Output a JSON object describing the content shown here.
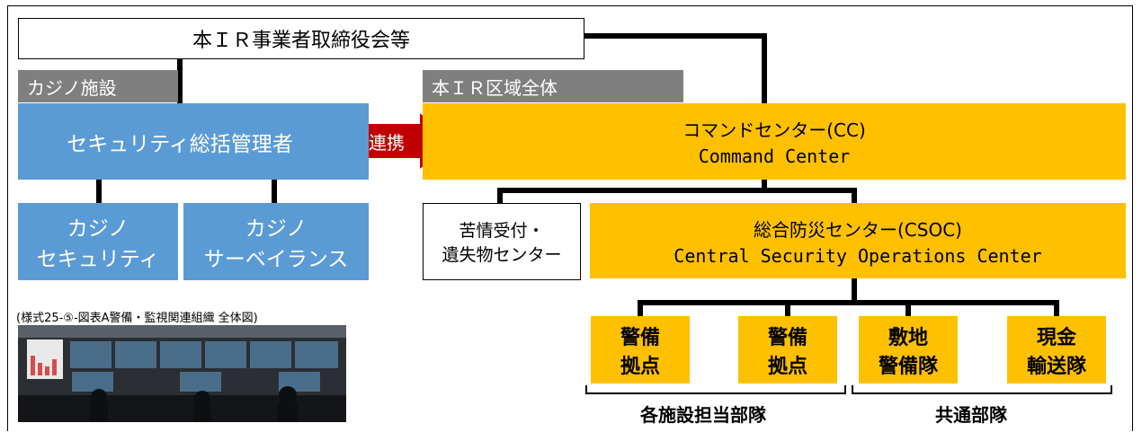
{
  "board": "本ＩＲ事業者取締役会等",
  "casino_tag": "カジノ施設",
  "ir_tag": "本ＩＲ区域全体",
  "security_manager": "セキュリティ総括管理者",
  "link_label": "連携",
  "command_center": {
    "ja": "コマンドセンター(CC)",
    "en": "Command Center"
  },
  "casino_security": {
    "line1": "カジノ",
    "line2": "セキュリティ"
  },
  "casino_surveillance": {
    "line1": "カジノ",
    "line2": "サーベイランス"
  },
  "complaints": {
    "line1": "苦情受付・",
    "line2": "遺失物センター"
  },
  "csoc": {
    "ja": "総合防災センター(CSOC)",
    "en": "Central Security Operations Center"
  },
  "units": [
    {
      "line1": "警備",
      "line2": "拠点"
    },
    {
      "line1": "警備",
      "line2": "拠点"
    },
    {
      "line1": "敷地",
      "line2": "警備隊"
    },
    {
      "line1": "現金",
      "line2": "輸送隊"
    }
  ],
  "group_facility": "各施設担当部隊",
  "group_common": "共通部隊",
  "caption": "(様式25-⑤-図表A警備・監視関連組織 全体図)",
  "photo_icon": "control-room-photo",
  "colors": {
    "blue": "#5b9bd5",
    "gold": "#ffc000",
    "gray": "#7f7f7f",
    "red": "#c00000"
  }
}
